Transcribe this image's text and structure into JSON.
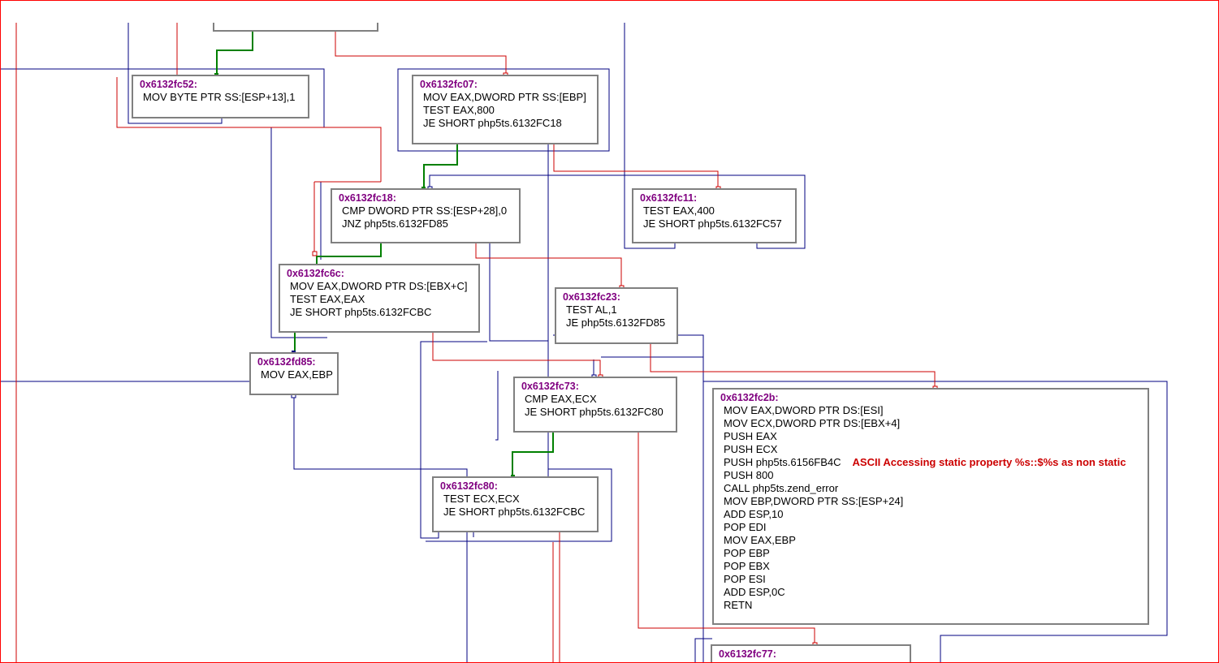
{
  "colors": {
    "background": "#ffffff",
    "frame": "#ff0000",
    "block_border": "#808080",
    "address": "#800080",
    "comment": "#cc0000",
    "edge_true": "#008000",
    "edge_false": "#cc0000",
    "edge_jump": "#000080"
  },
  "blocks": {
    "b_fc52": {
      "addr": "0x6132fc52:",
      "lines": [
        "MOV BYTE PTR SS:[ESP+13],1"
      ]
    },
    "b_fc07": {
      "addr": "0x6132fc07:",
      "lines": [
        "MOV EAX,DWORD PTR SS:[EBP]",
        "TEST EAX,800",
        "JE SHORT php5ts.6132FC18"
      ]
    },
    "b_fc18": {
      "addr": "0x6132fc18:",
      "lines": [
        "CMP DWORD PTR SS:[ESP+28],0",
        "JNZ php5ts.6132FD85"
      ]
    },
    "b_fc11": {
      "addr": "0x6132fc11:",
      "lines": [
        "TEST EAX,400",
        "JE SHORT php5ts.6132FC57"
      ]
    },
    "b_fc6c": {
      "addr": "0x6132fc6c:",
      "lines": [
        "MOV EAX,DWORD PTR DS:[EBX+C]",
        "TEST EAX,EAX",
        "JE SHORT php5ts.6132FCBC"
      ]
    },
    "b_fc23": {
      "addr": "0x6132fc23:",
      "lines": [
        "TEST AL,1",
        "JE php5ts.6132FD85"
      ]
    },
    "b_fd85": {
      "addr": "0x6132fd85:",
      "lines": [
        "MOV EAX,EBP"
      ]
    },
    "b_fc73": {
      "addr": "0x6132fc73:",
      "lines": [
        "CMP EAX,ECX",
        "JE SHORT php5ts.6132FC80"
      ]
    },
    "b_fc2b": {
      "addr": "0x6132fc2b:",
      "lines": [
        "MOV EAX,DWORD PTR DS:[ESI]",
        "MOV ECX,DWORD PTR DS:[EBX+4]",
        "PUSH EAX",
        "PUSH ECX",
        "PUSH php5ts.6156FB4C",
        "PUSH 800",
        "CALL php5ts.zend_error",
        "MOV EBP,DWORD PTR SS:[ESP+24]",
        "ADD ESP,10",
        "POP EDI",
        "MOV EAX,EBP",
        "POP EBP",
        "POP EBX",
        "POP ESI",
        "ADD ESP,0C",
        "RETN"
      ],
      "comment": "ASCII Accessing static property %s::$%s as non static"
    },
    "b_fc80": {
      "addr": "0x6132fc80:",
      "lines": [
        "TEST ECX,ECX",
        "JE SHORT php5ts.6132FCBC"
      ]
    },
    "b_fc77": {
      "addr": "0x6132fc77:",
      "lines": []
    }
  }
}
